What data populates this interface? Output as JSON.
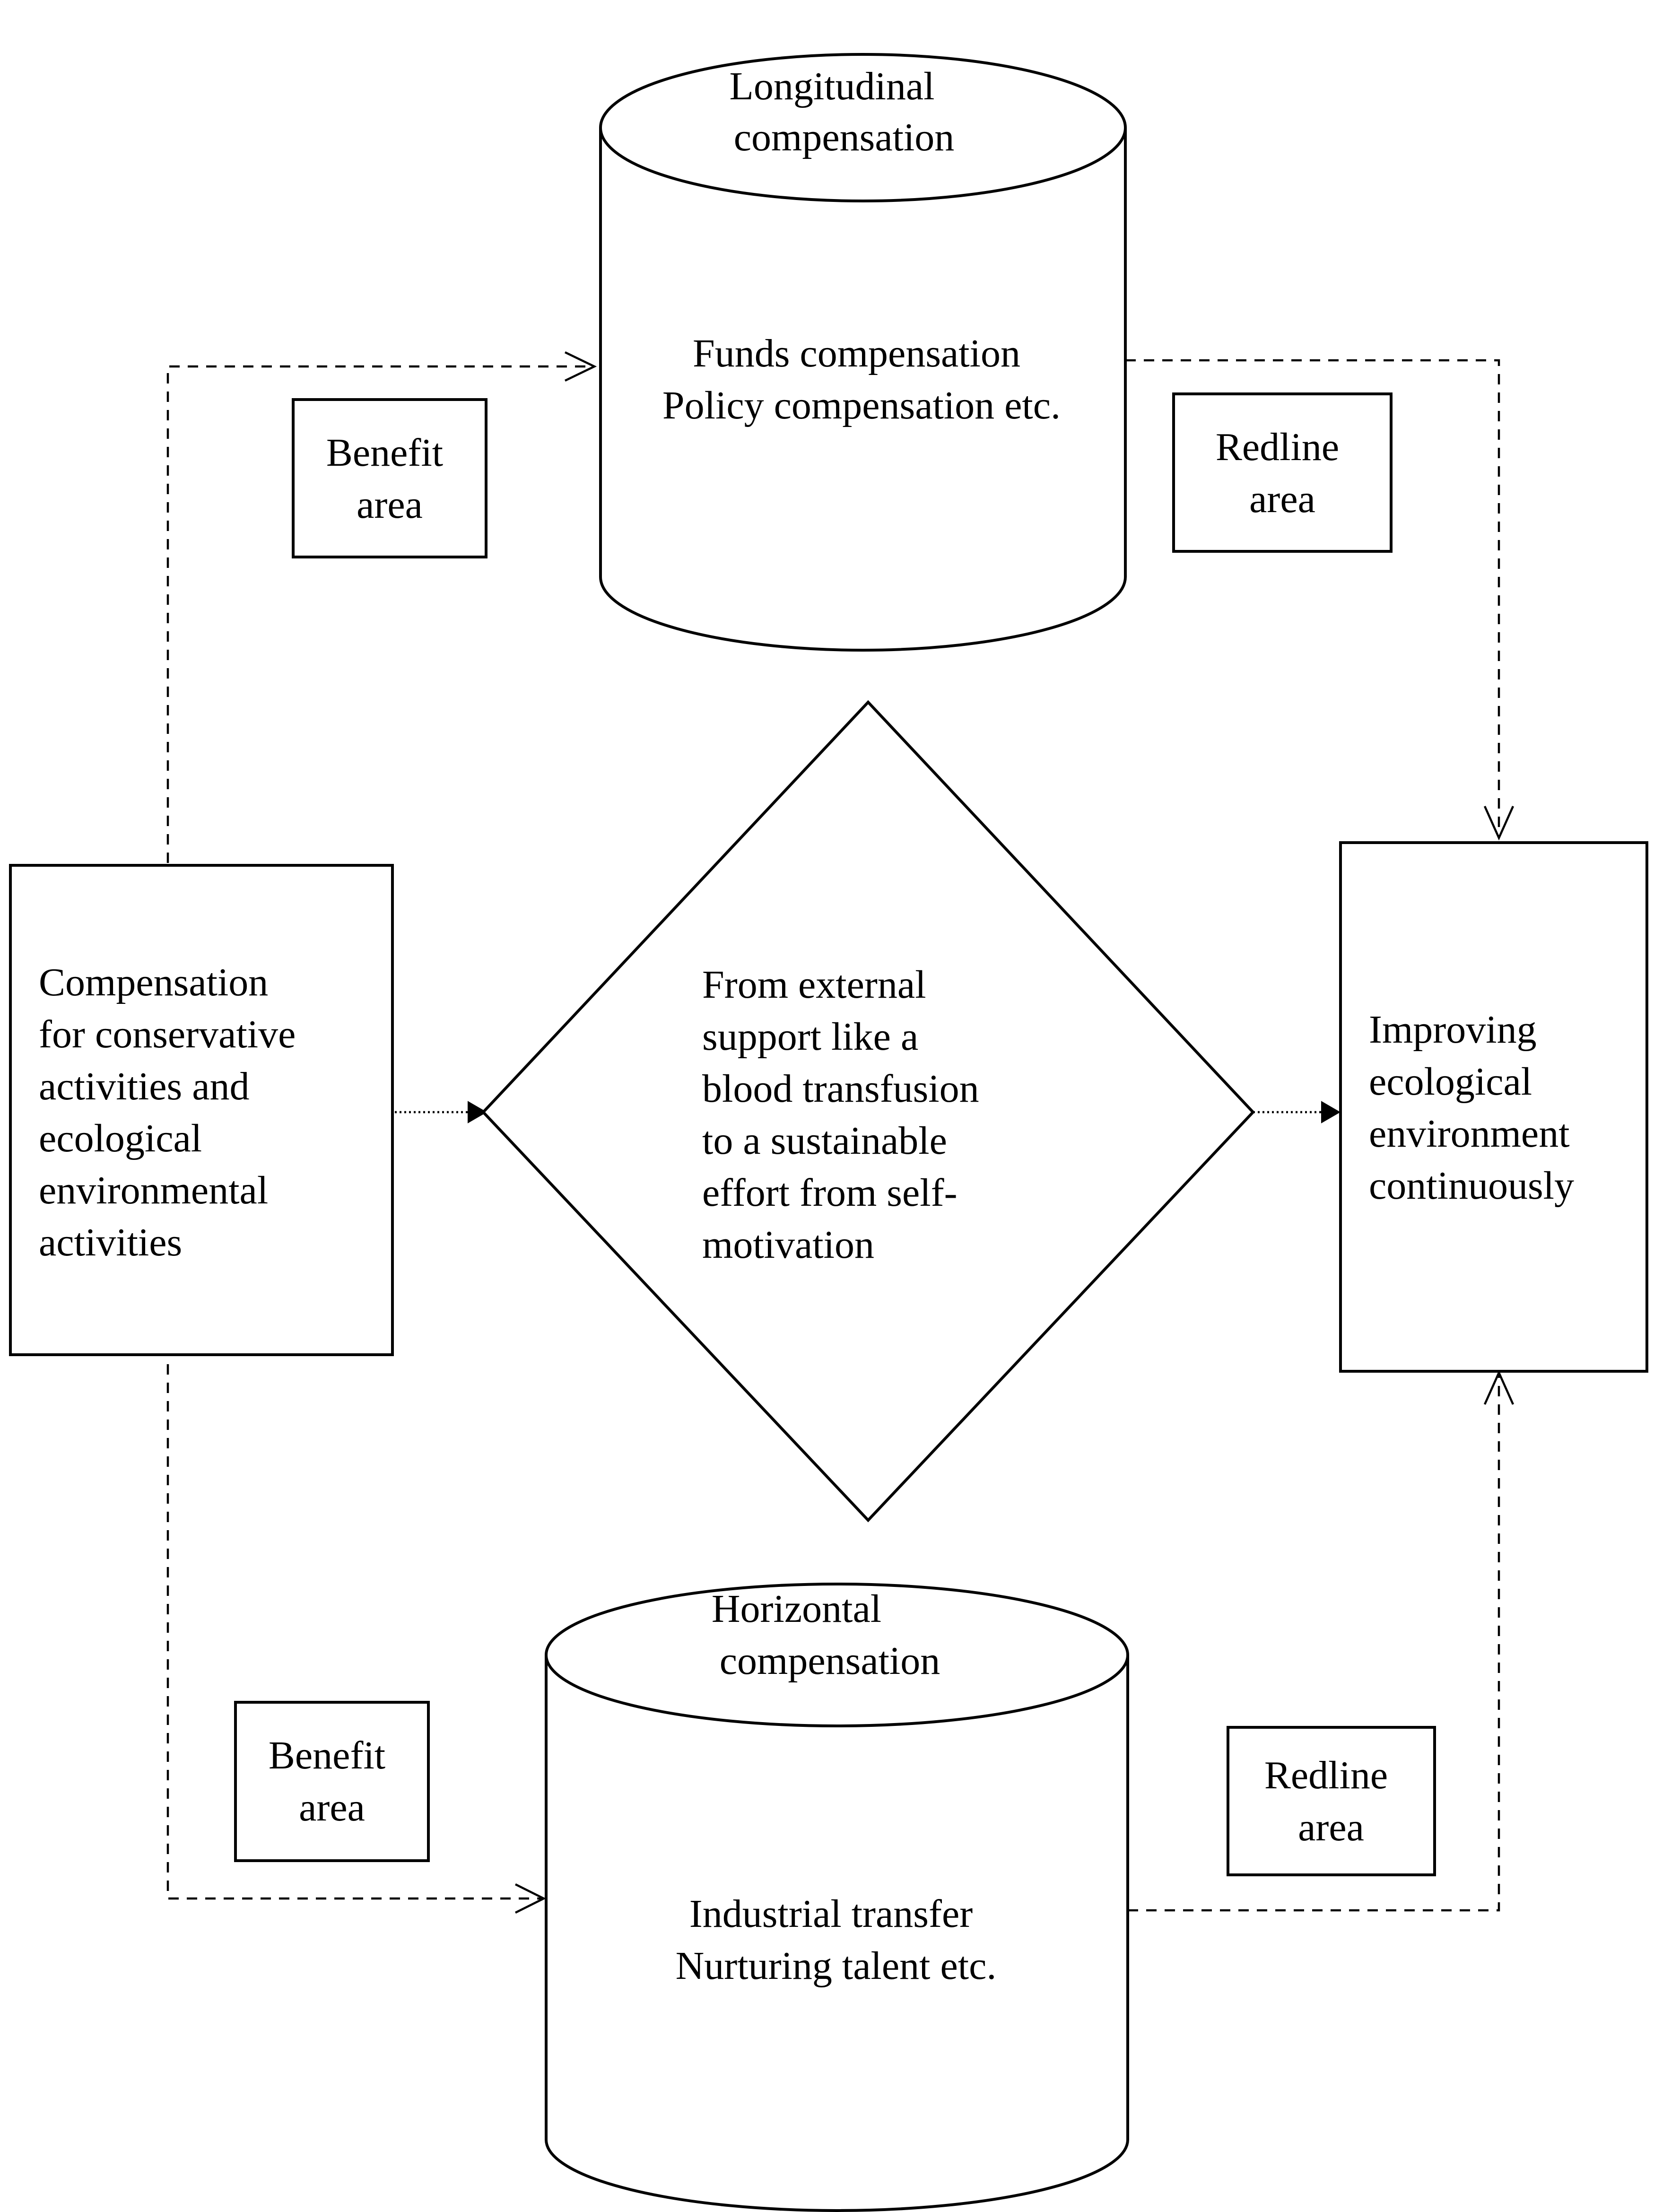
{
  "source": {
    "lines": [
      "Compensation",
      "for conservative",
      "activities and",
      "ecological",
      "environmental",
      "activities"
    ]
  },
  "longitudinal": {
    "title_lines": [
      "Longitudinal",
      "compensation"
    ],
    "body_lines": [
      "Funds compensation",
      "Policy compensation etc."
    ]
  },
  "horizontal": {
    "title_lines": [
      "Horizontal",
      "compensation"
    ],
    "body_lines": [
      "Industrial transfer",
      "Nurturing talent etc."
    ]
  },
  "center": {
    "lines": [
      "From external",
      "support like a",
      "blood transfusion",
      "to a sustainable",
      "effort from self-",
      "motivation"
    ]
  },
  "target": {
    "lines": [
      "Improving",
      "ecological",
      "environment",
      "continuously"
    ]
  },
  "benefit_top": {
    "lines": [
      "Benefit",
      "area"
    ]
  },
  "benefit_bottom": {
    "lines": [
      "Benefit",
      "area"
    ]
  },
  "redline_top": {
    "lines": [
      "Redline",
      "area"
    ]
  },
  "redline_bottom": {
    "lines": [
      "Redline",
      "area"
    ]
  }
}
